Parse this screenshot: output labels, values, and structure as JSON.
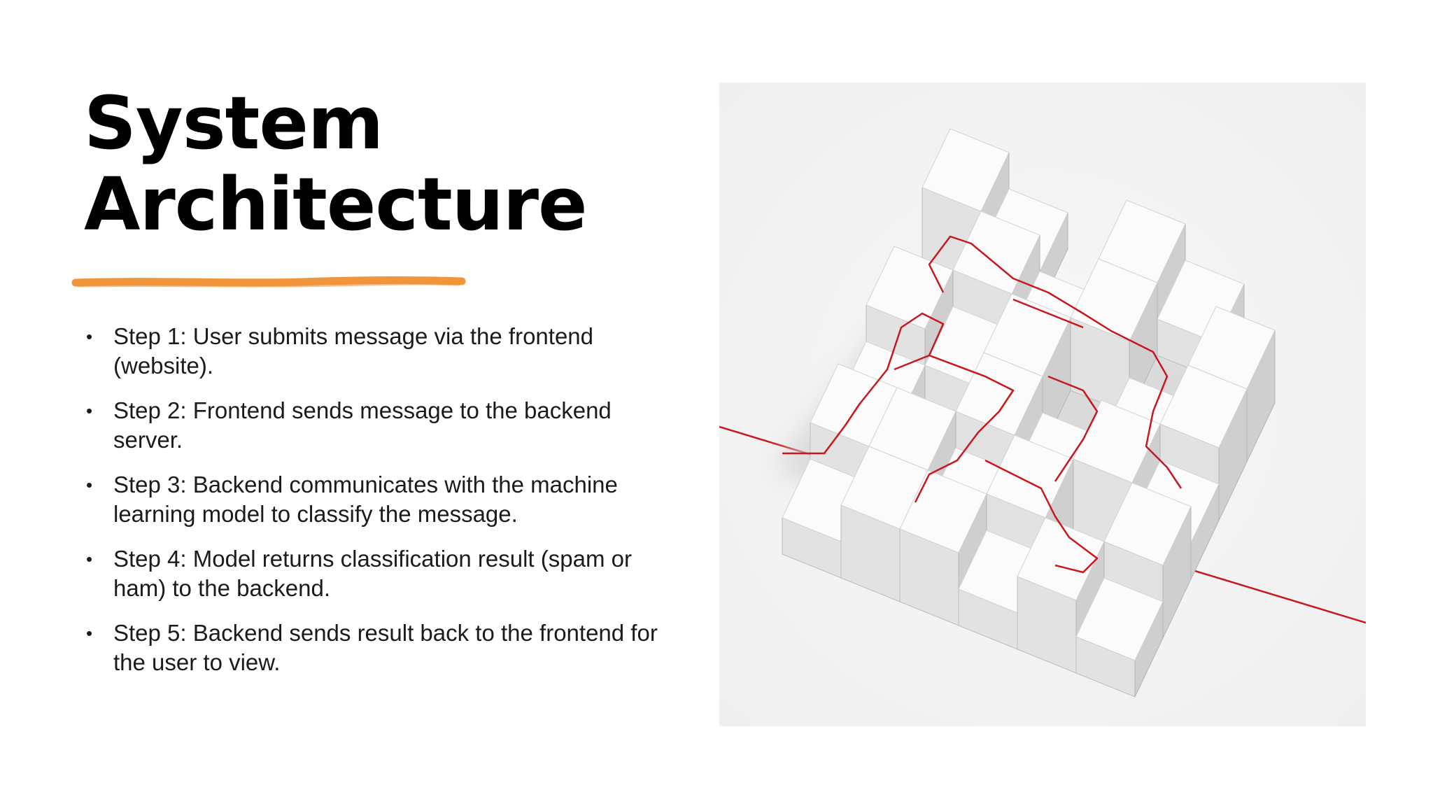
{
  "slide": {
    "title_line1": "System",
    "title_line2": "Architecture",
    "accent_color": "#f0953c",
    "bullet_symbol": "•",
    "steps": [
      "Step 1: User submits message via the frontend (website).",
      "Step 2:  Frontend sends message to the backend server.",
      "Step 3:  Backend communicates with the machine learning model to classify the message.",
      "Step 4:  Model returns classification result (spam or ham) to the backend.",
      "Step 5:  Backend sends result back to the frontend for the user to view."
    ]
  },
  "image": {
    "subject": "isometric white cube maze with red line path",
    "background_color": "#f3f3f3",
    "cube_color": "#ffffff",
    "line_color": "#c8181e"
  }
}
